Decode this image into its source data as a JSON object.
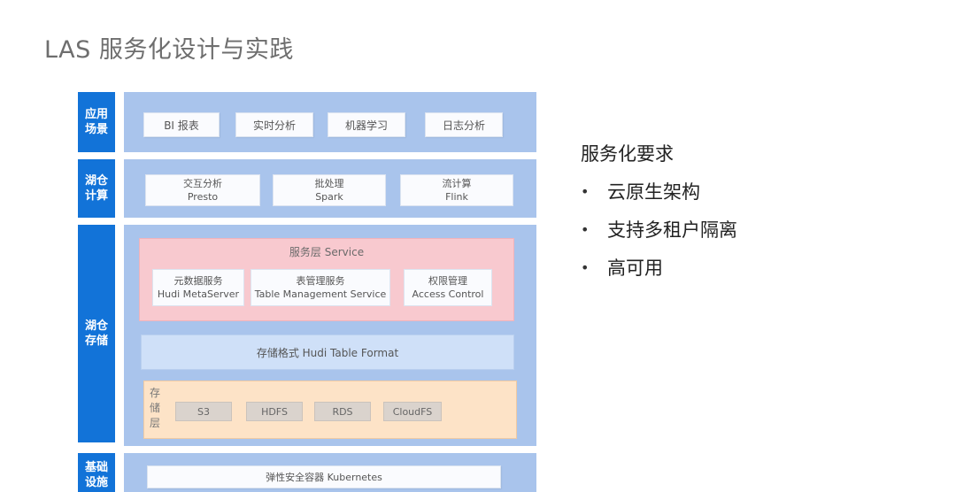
{
  "title": "LAS 服务化设计与实践",
  "layers": {
    "app": {
      "side_label": "应用\n场景",
      "items": [
        "BI 报表",
        "实时分析",
        "机器学习",
        "日志分析"
      ]
    },
    "compute": {
      "side_label": "湖仓\n计算",
      "items": [
        {
          "zh": "交互分析",
          "en": "Presto"
        },
        {
          "zh": "批处理",
          "en": "Spark"
        },
        {
          "zh": "流计算",
          "en": "Flink"
        }
      ]
    },
    "storage": {
      "side_label": "湖仓\n存储",
      "service_title": "服务层 Service",
      "services": [
        {
          "zh": "元数据服务",
          "en": "Hudi MetaServer"
        },
        {
          "zh": "表管理服务",
          "en": "Table Management Service"
        },
        {
          "zh": "权限管理",
          "en": "Access Control"
        }
      ],
      "format_label": "存储格式  Hudi Table Format",
      "storage_layer_label": "存\n储\n层",
      "stores": [
        "S3",
        "HDFS",
        "RDS",
        "CloudFS"
      ]
    },
    "infra": {
      "side_label": "基础\n设施",
      "item": "弹性安全容器 Kubernetes"
    }
  },
  "requirements": {
    "heading": "服务化要求",
    "bullet": "•",
    "items": [
      "云原生架构",
      "支持多租户隔离",
      "高可用"
    ]
  },
  "colors": {
    "side_blue": "#1273d8",
    "band_blue": "#a9c4ec",
    "service_pink": "#f8c9cf",
    "format_blue": "#cfe0f8",
    "storage_orange": "#fde3c7"
  }
}
